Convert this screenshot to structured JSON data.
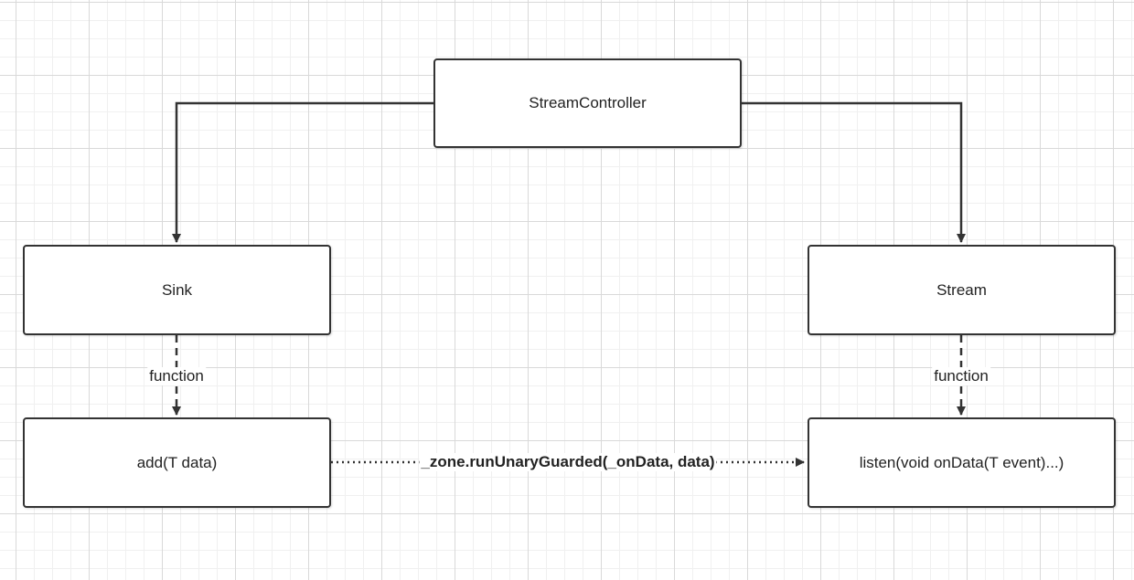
{
  "nodes": {
    "controller": "StreamController",
    "sink": "Sink",
    "stream": "Stream",
    "add": "add(T data)",
    "listen": "listen(void onData(T event)...)"
  },
  "edges": {
    "sink_to_add": "function",
    "stream_to_listen": "function",
    "add_to_listen": "_zone.runUnaryGuarded(_onData, data)"
  },
  "colors": {
    "stroke": "#333333",
    "grid": "#d9d9d9"
  }
}
